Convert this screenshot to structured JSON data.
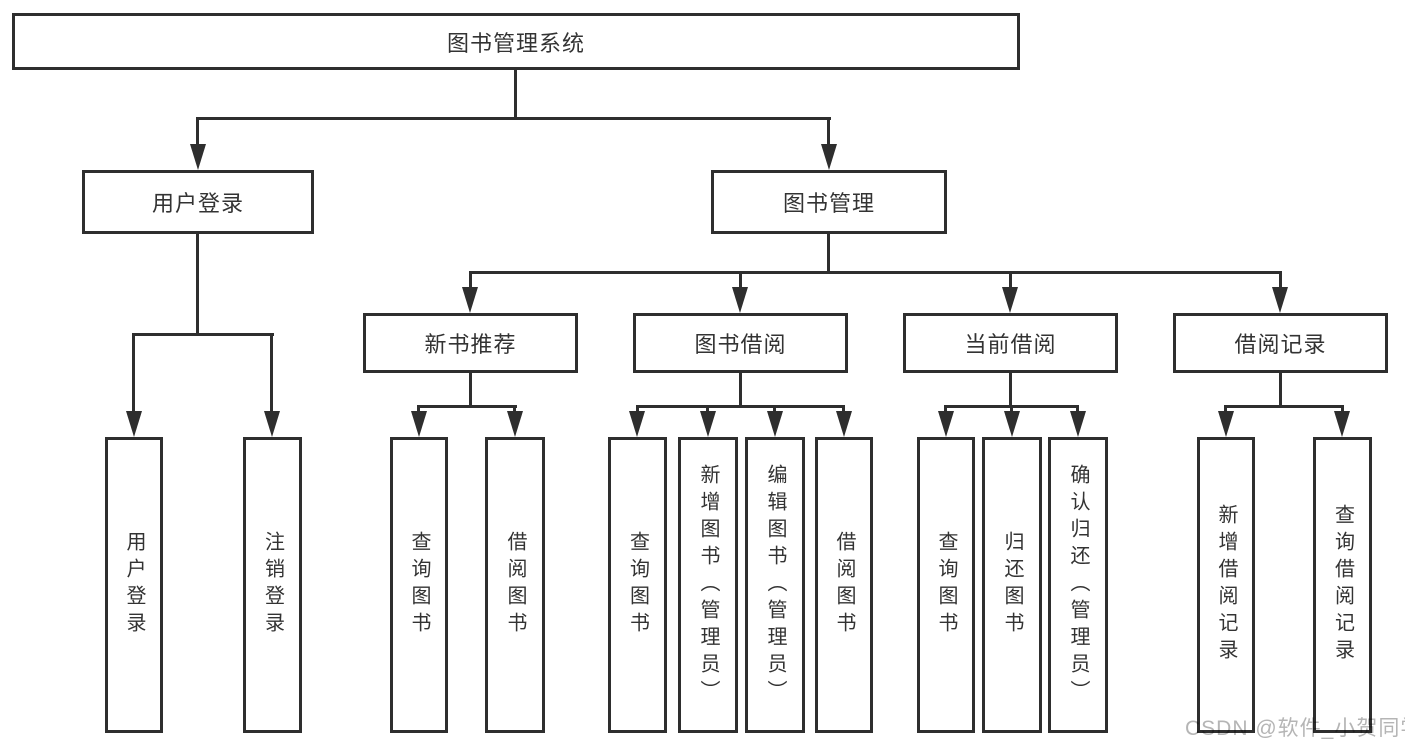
{
  "colors": {
    "background": "#ffffff",
    "line": "#2e2e2e",
    "box_border": "#2e2e2e",
    "box_fill": "#ffffff",
    "text": "#333333",
    "watermark": "#b5b5b5"
  },
  "chart_data": {
    "type": "table",
    "title": "图书管理系统",
    "layout": "hierarchy-diagram"
  },
  "tree": {
    "root": {
      "label": "图书管理系统"
    },
    "branches": [
      {
        "label": "用户登录",
        "children": [
          {
            "label": "用户登录"
          },
          {
            "label": "注销登录"
          }
        ]
      },
      {
        "label": "图书管理",
        "children": [
          {
            "label": "新书推荐",
            "children": [
              {
                "label": "查询图书"
              },
              {
                "label": "借阅图书"
              }
            ]
          },
          {
            "label": "图书借阅",
            "children": [
              {
                "label": "查询图书"
              },
              {
                "label": "新增图书（管理员）"
              },
              {
                "label": "编辑图书（管理员）"
              },
              {
                "label": "借阅图书"
              }
            ]
          },
          {
            "label": "当前借阅",
            "children": [
              {
                "label": "查询图书"
              },
              {
                "label": "归还图书"
              },
              {
                "label": "确认归还（管理员）"
              }
            ]
          },
          {
            "label": "借阅记录",
            "children": [
              {
                "label": "新增借阅记录"
              },
              {
                "label": "查询借阅记录"
              }
            ]
          }
        ]
      }
    ]
  },
  "watermark": {
    "text": "CSDN @软件_小贺同学"
  }
}
